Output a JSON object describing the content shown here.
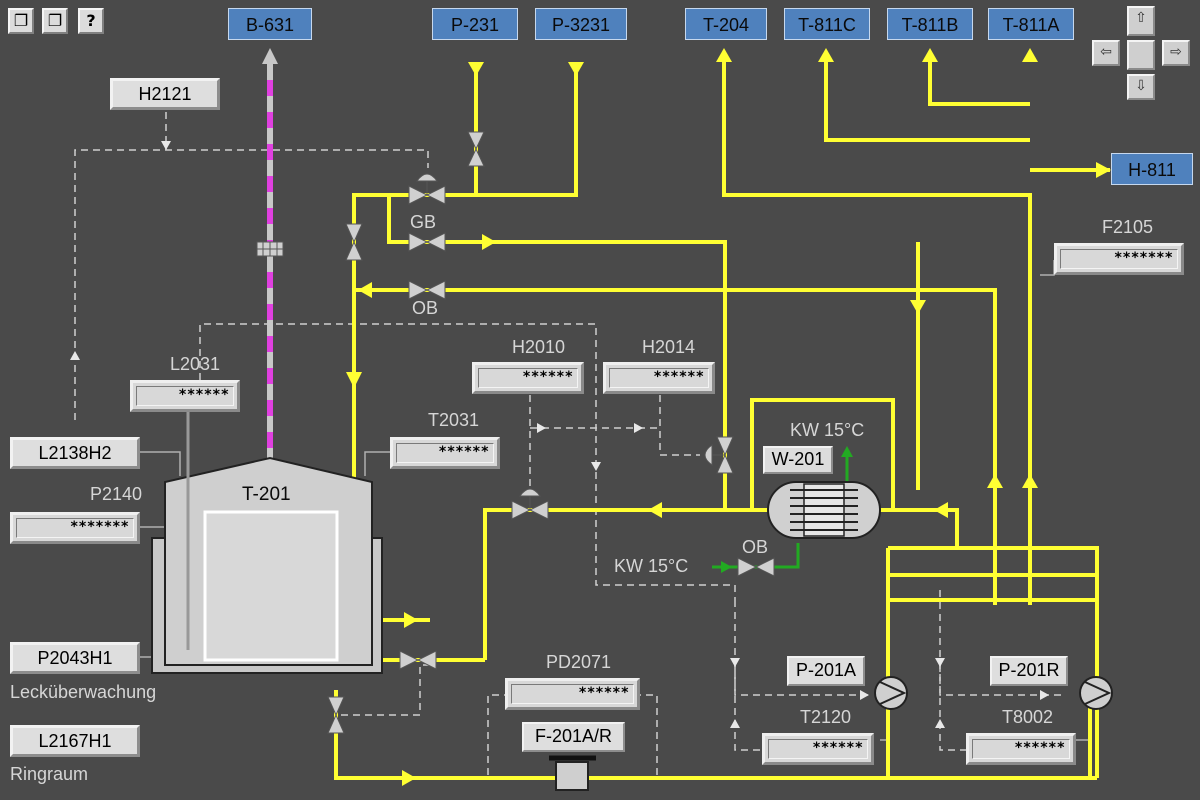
{
  "toolbar": {
    "btn1": "❐",
    "btn2": "❐",
    "help": "?"
  },
  "navigation": {
    "up": "⇧",
    "left": "⇦",
    "right": "⇨",
    "down": "⇩"
  },
  "tags": {
    "b631": "B-631",
    "p231": "P-231",
    "p3231": "P-3231",
    "t204": "T-204",
    "t811c": "T-811C",
    "t811b": "T-811B",
    "t811a": "T-811A",
    "h811": "H-811"
  },
  "labels": {
    "h2121": "H2121",
    "l2138h2": "L2138H2",
    "p2043h1": "P2043H1",
    "l2167h1": "L2167H1"
  },
  "instruments": {
    "l2031": {
      "name": "L2031",
      "value": "******"
    },
    "t2031": {
      "name": "T2031",
      "value": "******"
    },
    "p2140": {
      "name": "P2140",
      "value": "*******"
    },
    "h2010": {
      "name": "H2010",
      "value": "******"
    },
    "h2014": {
      "name": "H2014",
      "value": "******"
    },
    "f2105": {
      "name": "F2105",
      "value": "*******"
    },
    "pd2071": {
      "name": "PD2071",
      "value": "******"
    },
    "t2120": {
      "name": "T2120",
      "value": "******"
    },
    "t8002": {
      "name": "T8002",
      "value": "******"
    }
  },
  "equipment": {
    "t201": "T-201",
    "w201": "W-201",
    "p201a": "P-201A",
    "p201r": "P-201R",
    "f201ar": "F-201A/R"
  },
  "texts": {
    "gb": "GB",
    "ob_top": "OB",
    "ob_hx": "OB",
    "kw_top": "KW 15°C",
    "kw_left": "KW 15°C",
    "leak": "Lecküberwachung",
    "ring": "Ringraum"
  },
  "colors": {
    "background": "#4a4a4a",
    "process_line": "#ffff33",
    "vent_line": "#c8c8c8",
    "vent_dash": "#e040e0",
    "cooling_water": "#22aa22",
    "tag_blue": "#4f81bd"
  }
}
